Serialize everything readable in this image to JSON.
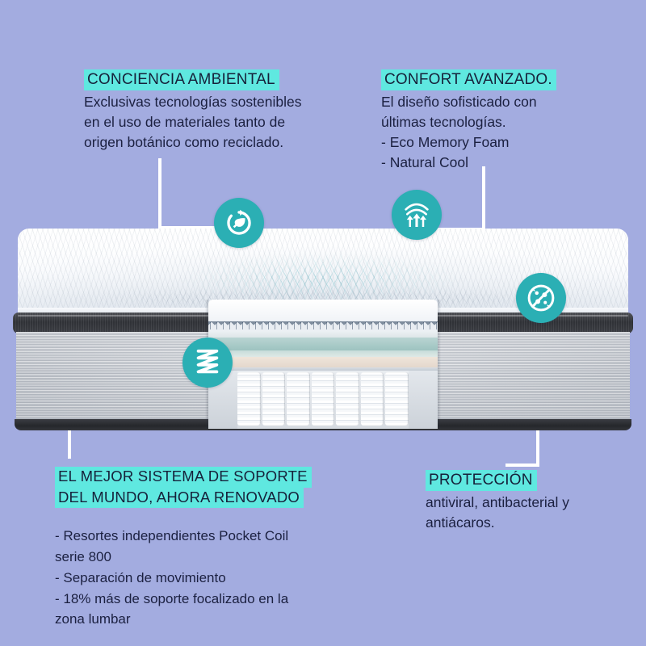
{
  "theme": {
    "background": "#a3ace0",
    "highlight": "#5fe8e0",
    "icon_badge": "#2bafb4",
    "connector": "#ffffff",
    "text": "#1b2040"
  },
  "callouts": {
    "top_left": {
      "heading": "CONCIENCIA AMBIENTAL",
      "lines": [
        "Exclusivas tecnologías sostenibles",
        "en el uso de materiales tanto de",
        "origen botánico como reciclado."
      ]
    },
    "top_right": {
      "heading": "CONFORT AVANZADO.",
      "lines": [
        "El diseño sofisticado con",
        "últimas tecnologías.",
        "- Eco Memory Foam",
        "- Natural Cool"
      ]
    },
    "bottom_left": {
      "heading_line1": "EL MEJOR SISTEMA DE SOPORTE",
      "heading_line2": "DEL MUNDO, AHORA RENOVADO",
      "lines": [
        "- Resortes independientes Pocket Coil",
        "serie 800",
        "- Separación de movimiento",
        "- 18% más de soporte focalizado en la",
        "zona lumbar"
      ]
    },
    "bottom_right": {
      "heading": "PROTECCIÓN",
      "lines": [
        "antiviral, antibacterial y",
        "antiácaros."
      ]
    }
  },
  "icons": [
    {
      "name": "recycle-leaf-icon",
      "label": "Conciencia ambiental"
    },
    {
      "name": "airflow-arrows-icon",
      "label": "Confort avanzado"
    },
    {
      "name": "no-bacteria-icon",
      "label": "Protección"
    },
    {
      "name": "coil-spring-icon",
      "label": "Sistema de soporte"
    }
  ],
  "product": {
    "type": "mattress-cutaway",
    "layers": [
      "quilted-pillow-top",
      "sawtooth-foam",
      "cooling-gel-layer",
      "memory-foam-layer",
      "pocket-coil-core"
    ],
    "coil_count_visible": 7
  }
}
